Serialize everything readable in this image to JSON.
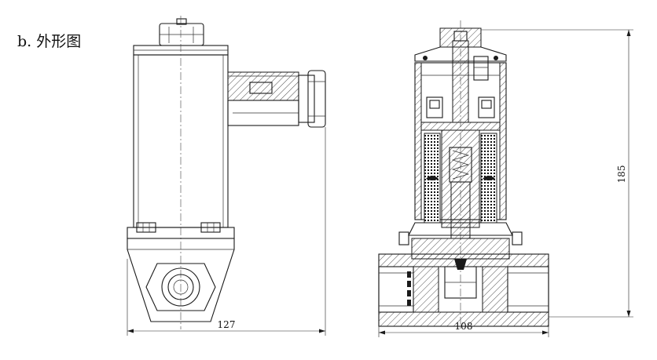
{
  "caption": "b. 外形图",
  "dimensions": {
    "side_width": "127",
    "section_width": "108",
    "height": "185"
  }
}
